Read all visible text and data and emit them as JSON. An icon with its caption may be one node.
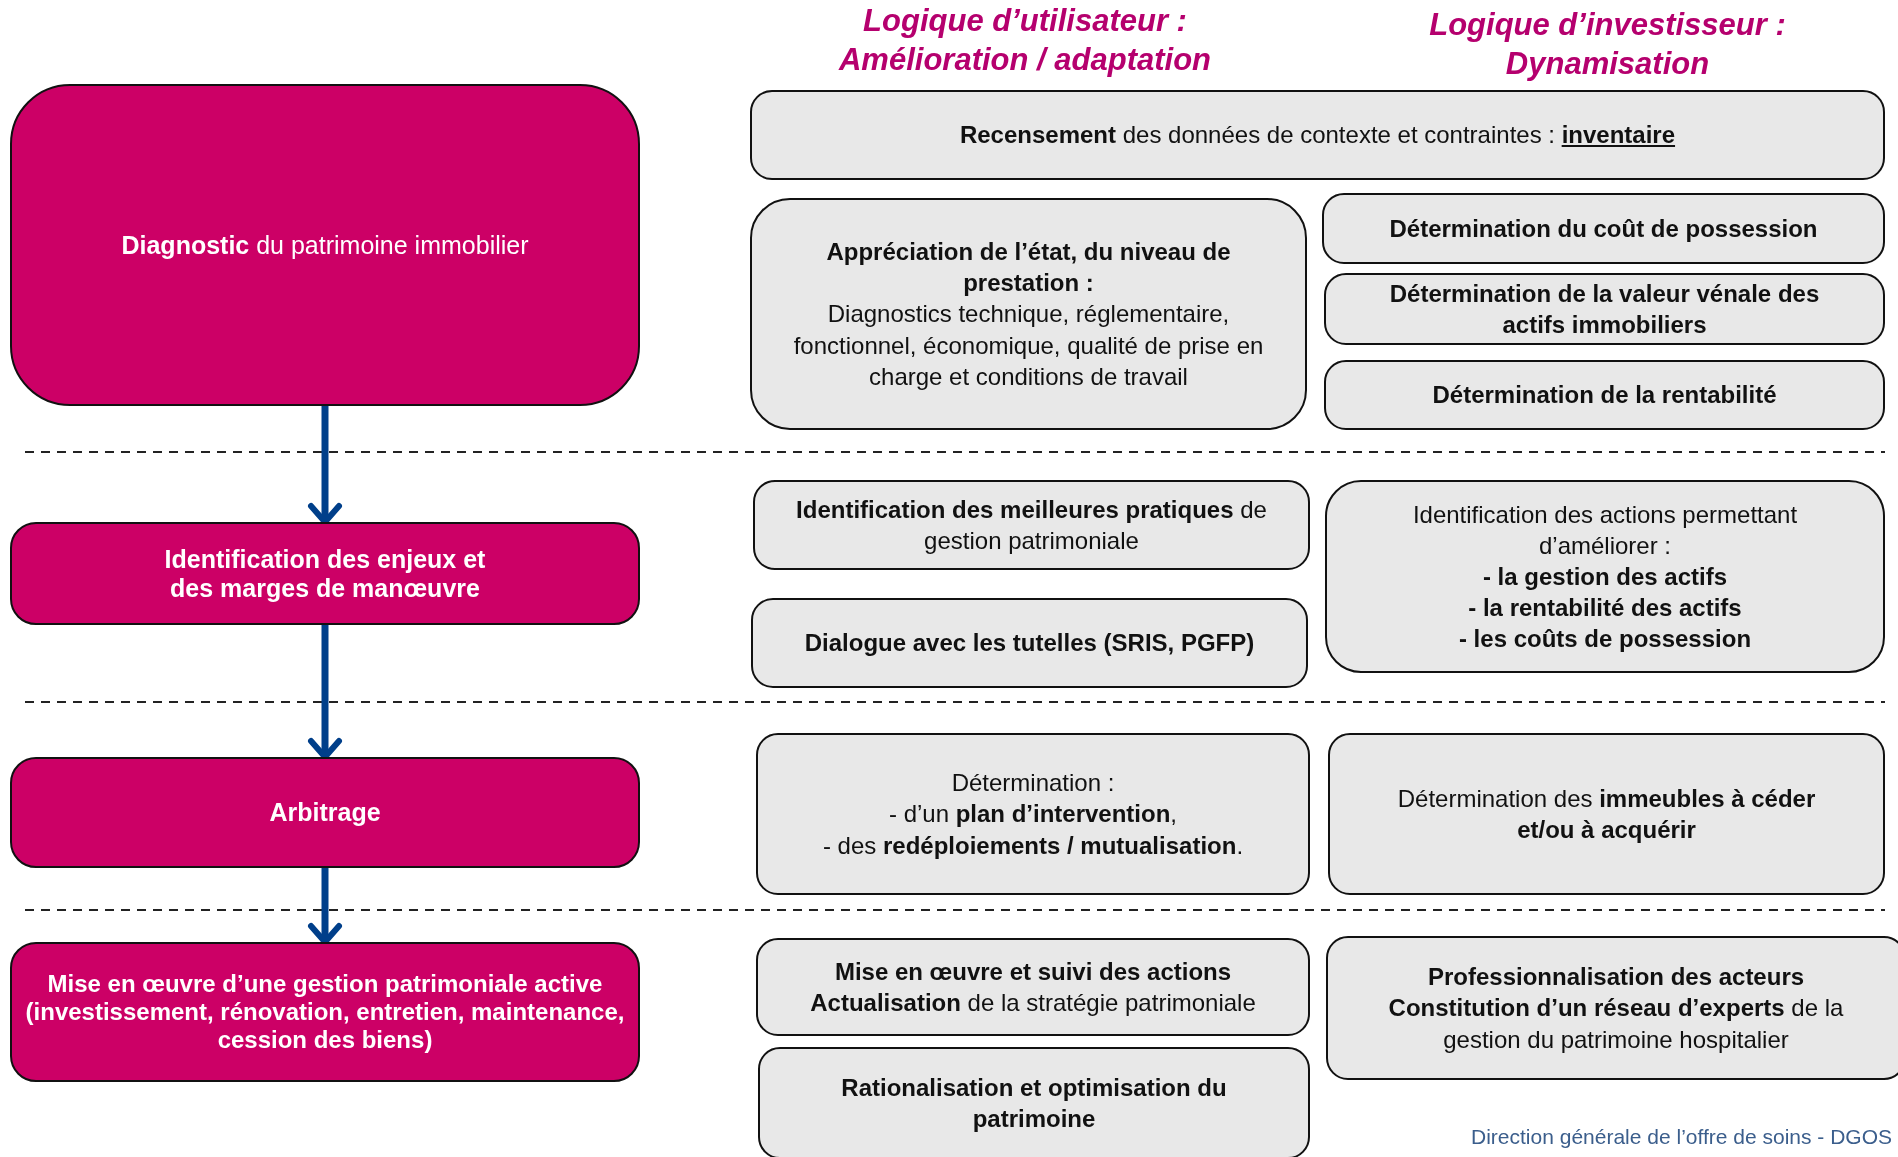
{
  "diagram": {
    "nodes": [
      {
        "text": [
          "**Diagnostic**  du patrimoine immobilier"
        ]
      },
      {
        "text": [
          "Identification des enjeux et des marges de manœuvre"
        ]
      },
      {
        "text": [
          "Arbitrage"
        ]
      },
      {
        "text": [
          "Mise en œuvre d’une gestion patrimoniale active (investissement, rénovation, entretien, maintenance, cession des biens)"
        ]
      },
      {
        "text": [
          "**Recensement** des données de contexte et contraintes : **inventaire**"
        ]
      },
      {
        "text": [
          "Appréciation de l’état, du niveau de prestation :",
          "Diagnostics technique, réglementaire, fonctionnel, économique, qualité de prise en charge et conditions de travail"
        ]
      },
      {
        "text": [
          "Détermination du coût de possession"
        ]
      },
      {
        "text": [
          "Détermination de la valeur vénale des actifs immobiliers"
        ]
      },
      {
        "text": [
          "Détermination de la rentabilité"
        ]
      },
      {
        "text": [
          "**Identification des meilleures pratiques** de gestion patrimoniale"
        ]
      },
      {
        "text": [
          "Dialogue avec les tutelles (SRIS, PGFP)"
        ]
      },
      {
        "text": [
          "Identification des actions permettant d’améliorer  :",
          "- la gestion des actifs",
          "- la rentabilité des actifs",
          "- les coûts de possession"
        ]
      },
      {
        "text": [
          "Détermination :",
          "- d’un **plan d’intervention**,",
          "- des **redéploiements / mutualisation**."
        ]
      },
      {
        "text": [
          "Détermination des **immeubles à céder et/ou à acquérir**"
        ]
      },
      {
        "text": [
          "Mise en œuvre et suivi des actions",
          "**Actualisation** de la stratégie patrimoniale"
        ]
      },
      {
        "text": [
          "Rationalisation et optimisation du patrimoine"
        ]
      },
      {
        "text": [
          "Professionnalisation des acteurs",
          "**Constitution d’un réseau d’experts** de la gestion du patrimoine  hospitalier"
        ]
      }
    ],
    "edges": [
      {
        "from": 0,
        "to": 1,
        "arrow": "to"
      },
      {
        "from": 1,
        "to": 2,
        "arrow": "to"
      },
      {
        "from": 2,
        "to": 3,
        "arrow": "to"
      }
    ],
    "labels": [
      "Logique d’utilisateur : Amélioration / adaptation",
      "Logique d’investisseur : Dynamisation",
      "Direction générale de l’offre de soins - DGOS"
    ]
  }
}
